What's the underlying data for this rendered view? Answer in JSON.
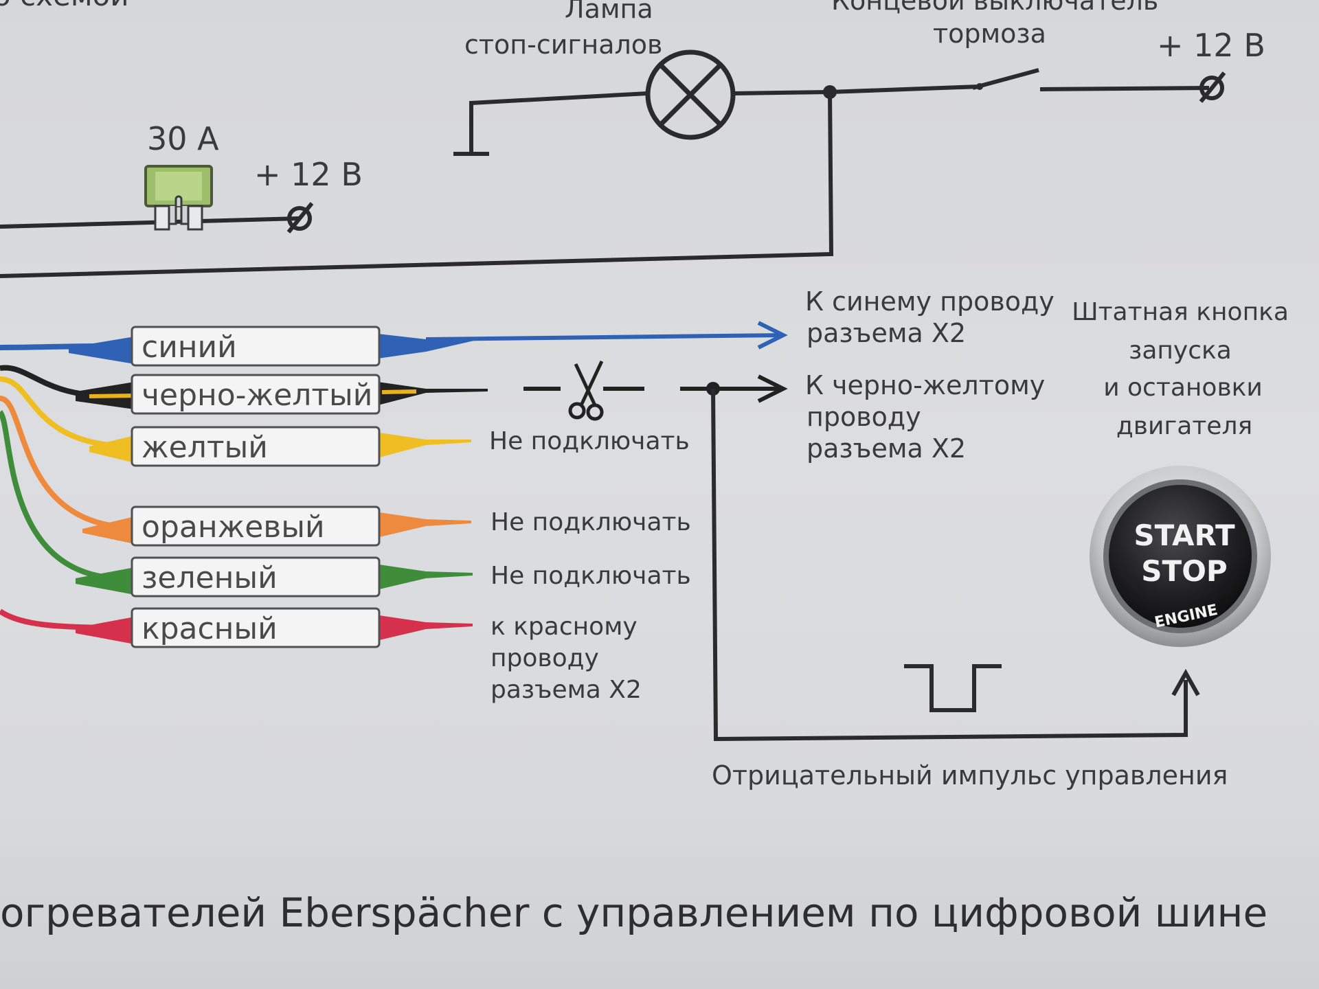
{
  "top": {
    "cut_header": "о схемой",
    "lamp_label_1": "Лампа",
    "lamp_label_2": "стоп-сигналов",
    "switch_label_1": "Концевой выключатель",
    "switch_label_2": "тормоза",
    "supply_right": "+ 12 В",
    "fuse_label": "30 А",
    "supply_left": "+ 12 В"
  },
  "wires": [
    {
      "label": "синий",
      "color": "#2f62b5"
    },
    {
      "label": "черно-желтый",
      "color": "#222222",
      "stripe": "#e7b21c"
    },
    {
      "label": "желтый",
      "color": "#efbe22"
    },
    {
      "label": "оранжевый",
      "color": "#ee8a3e"
    },
    {
      "label": "зеленый",
      "color": "#3f8c3a"
    },
    {
      "label": "красный",
      "color": "#d6314c"
    }
  ],
  "destinations": {
    "blue_1": "К синему проводу",
    "blue_2": "разъема X2",
    "bk_1": "К черно-желтому",
    "bk_2": "проводу",
    "bk_3": "разъема X2",
    "yellow": "Не подключать",
    "orange": "Не подключать",
    "green": "Не подключать",
    "red_1": "к красному",
    "red_2": "проводу",
    "red_3": "разъема X2"
  },
  "button": {
    "caption_1": "Штатная кнопка",
    "caption_2": "запуска",
    "caption_3": "и остановки",
    "caption_4": "двигателя",
    "line_1": "START",
    "line_2": "STOP",
    "engine": "ENGINE"
  },
  "pulse_label": "Отрицательный импульс управления",
  "footer": "огревателей Eberspächer с управлением по цифровой шине",
  "icons": {
    "lamp": "lamp-cross-circle-icon",
    "terminal": "terminal-slashed-circle-icon",
    "fuse": "blade-fuse-icon",
    "scissors": "scissors-icon",
    "ground": "ground-icon",
    "switch": "open-switch-icon"
  }
}
